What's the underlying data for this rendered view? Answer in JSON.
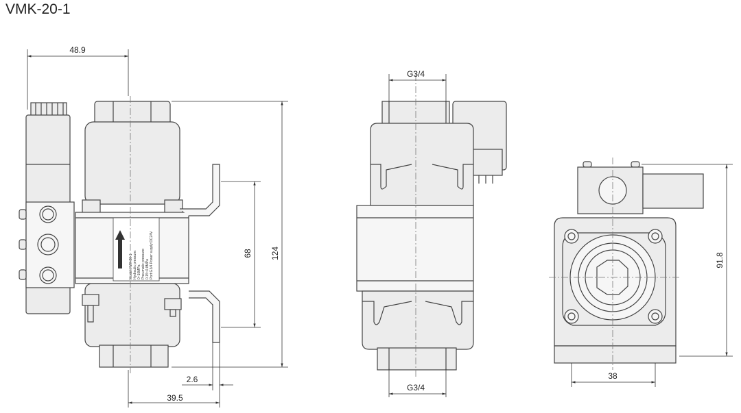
{
  "title": "VMK-20-1",
  "dimensions": {
    "side_width": "48.9",
    "height": "124",
    "bracket_spacing": "68",
    "bracket_thickness": "2.6",
    "bracket_offset": "39.5",
    "port_top": "G3/4",
    "port_bottom": "G3/4",
    "end_height": "91.8",
    "end_bolt_spacing": "38"
  },
  "nameplate": {
    "line1": "Model:VMK-20-1",
    "line2": "Hydraulic pressure:",
    "line3": "0~10MPa",
    "line4": "Pneumatic pressure:",
    "line5": "0.15~0.8MPa",
    "line6": "Port:G3/4  Power supply:DC24V"
  }
}
